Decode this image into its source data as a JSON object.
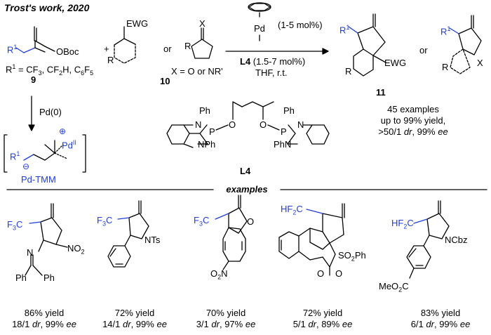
{
  "header": {
    "title": "Trost's work, 2020"
  },
  "scheme": {
    "catalyst_loading": "(1-5 mol%)",
    "ligand_line_bold": "L4",
    "ligand_line_rest": " (1.5-7 mol%)",
    "conditions": "THF, r.t.",
    "plus": "+",
    "or1": "or",
    "or2": "or",
    "reagent9": {
      "r1_label": "R",
      "r1_sup": "1",
      "group": "OBoc",
      "def_prefix": "R",
      "def_sup": "1",
      "def_rest": " = CF",
      "def_rest2": ", CF",
      "def_rest3": "H, C",
      "def_rest4": "F",
      "def_sub1": "3",
      "def_sub2": "2",
      "def_sub3": "6",
      "def_sub4": "5",
      "number": "9"
    },
    "reagent10": {
      "ewg": "EWG",
      "r": "R",
      "x": "X",
      "r2": "R",
      "def": "X = O or NR'",
      "number": "10"
    },
    "product11": {
      "r1": "R",
      "r1_sup": "1",
      "ewg": "EWG",
      "r": "R",
      "r1b": "R",
      "r1b_sup": "1",
      "x": "X",
      "r2": "R",
      "number": "11",
      "or": "or"
    },
    "summary": {
      "line1": "45 examples",
      "line2": "up to 99% yield,",
      "line3_pre": ">50/1 ",
      "line3_dr": "dr",
      "line3_mid": ", 99% ",
      "line3_ee": "ee"
    },
    "pd_step": {
      "label": "Pd(0)",
      "r1": "R",
      "r1_sup": "1",
      "pd": "Pd",
      "pd_sup": "II",
      "name": "Pd-TMM"
    },
    "ligand": {
      "name": "L4",
      "ph1": "Ph",
      "ph2": "Ph",
      "n1": "N",
      "n2": "N",
      "p1": "P",
      "p2": "P",
      "o1": "O",
      "o2": "O",
      "nph1": "NPh",
      "nph2": "PhN"
    },
    "cp_pd": "Pd"
  },
  "examples": {
    "heading": "examples",
    "items": [
      {
        "label1": "F",
        "label2": "C",
        "sub1": "3",
        "group": "NO",
        "group_sub": "2",
        "n": "N",
        "ph": "Ph",
        "ph2": "Ph",
        "yield": "86% yield",
        "sel_num": "18/1",
        "sel_dr": "dr",
        "sel_ee_num": "99%",
        "sel_ee": "ee"
      },
      {
        "label1": "F",
        "label2": "C",
        "sub1": "3",
        "group": "NTs",
        "yield": "72% yield",
        "sel_num": "14/1",
        "sel_dr": "dr",
        "sel_ee_num": "99%",
        "sel_ee": "ee"
      },
      {
        "label1": "F",
        "label2": "C",
        "sub1": "3",
        "o": "O",
        "no2": "O",
        "no2_pre": "N",
        "no2_sub": "2",
        "yield": "70% yield",
        "sel_num": "3/1",
        "sel_dr": "dr",
        "sel_ee_num": "97%",
        "sel_ee": "ee"
      },
      {
        "label1": "HF",
        "label2": "C",
        "sub1": "2",
        "so2": "SO",
        "so2_sub": "2",
        "so2_rest": "Ph",
        "o1": "O",
        "o2": "O",
        "yield": "72% yield",
        "sel_num": "5/1",
        "sel_dr": "dr",
        "sel_ee_num": "89%",
        "sel_ee": "ee"
      },
      {
        "label1": "HF",
        "label2": "C",
        "sub1": "2",
        "group": "NCbz",
        "ester_pre": "MeO",
        "ester_sub": "2",
        "ester_rest": "C",
        "yield": "83% yield",
        "sel_num": "6/1",
        "sel_dr": "dr",
        "sel_ee_num": "99%",
        "sel_ee": "ee"
      }
    ]
  },
  "colors": {
    "accent": "#1f3fd6",
    "ink": "#000000"
  }
}
